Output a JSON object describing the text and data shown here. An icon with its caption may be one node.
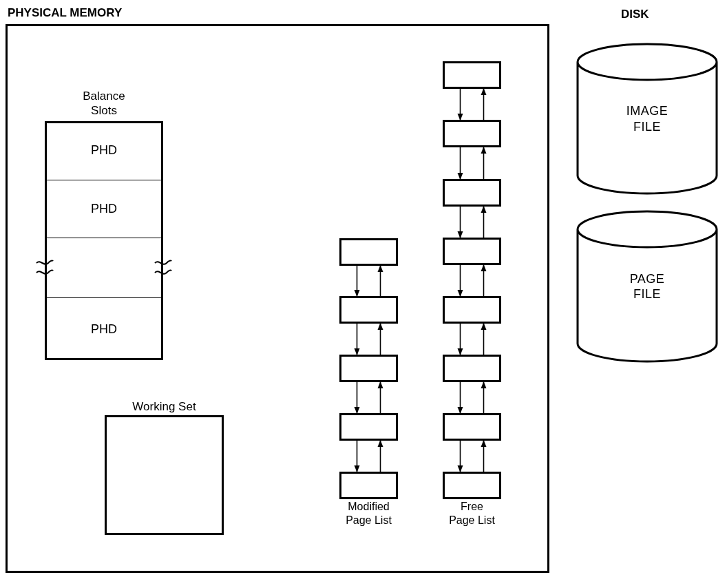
{
  "diagram": {
    "nodes": [
      {
        "text": [
          "PHYSICAL MEMORY"
        ]
      },
      {
        "text": [
          "Balance Slots"
        ],
        "in": 0
      },
      {
        "text": [
          "PHD"
        ],
        "in": 1
      },
      {
        "text": [
          "PHD"
        ],
        "in": 1
      },
      {
        "text": [],
        "shape": "box",
        "in": 1
      },
      {
        "text": [
          "PHD"
        ],
        "in": 1
      },
      {
        "text": [
          "Working Set"
        ],
        "in": 0
      },
      {
        "text": [],
        "shape": "box",
        "in": 0
      },
      {
        "text": [],
        "shape": "box",
        "in": 0
      },
      {
        "text": [],
        "shape": "box",
        "in": 0
      },
      {
        "text": [],
        "shape": "box",
        "in": 0
      },
      {
        "text": [],
        "shape": "box",
        "in": 0,
        "beside": [
          "Modified Page List"
        ]
      },
      {
        "text": [],
        "shape": "box",
        "in": 0
      },
      {
        "text": [],
        "shape": "box",
        "in": 0
      },
      {
        "text": [],
        "shape": "box",
        "in": 0
      },
      {
        "text": [],
        "shape": "box",
        "in": 0
      },
      {
        "text": [],
        "shape": "box",
        "in": 0
      },
      {
        "text": [],
        "shape": "box",
        "in": 0
      },
      {
        "text": [],
        "shape": "box",
        "in": 0
      },
      {
        "text": [],
        "shape": "box",
        "in": 0,
        "beside": [
          "Free Page List"
        ]
      },
      {
        "text": [
          "IMAGE FILE"
        ]
      },
      {
        "text": [
          "PAGE FILE"
        ]
      }
    ],
    "edges": [
      {
        "from": 7,
        "to": 8,
        "arrow": "to"
      },
      {
        "from": 8,
        "to": 7,
        "arrow": "to"
      },
      {
        "from": 8,
        "to": 9,
        "arrow": "to"
      },
      {
        "from": 9,
        "to": 8,
        "arrow": "to"
      },
      {
        "from": 9,
        "to": 10,
        "arrow": "to"
      },
      {
        "from": 10,
        "to": 9,
        "arrow": "to"
      },
      {
        "from": 10,
        "to": 11,
        "arrow": "to"
      },
      {
        "from": 11,
        "to": 10,
        "arrow": "to"
      },
      {
        "from": 12,
        "to": 13,
        "arrow": "to"
      },
      {
        "from": 13,
        "to": 12,
        "arrow": "to"
      },
      {
        "from": 13,
        "to": 14,
        "arrow": "to"
      },
      {
        "from": 14,
        "to": 13,
        "arrow": "to"
      },
      {
        "from": 14,
        "to": 15,
        "arrow": "to"
      },
      {
        "from": 15,
        "to": 14,
        "arrow": "to"
      },
      {
        "from": 15,
        "to": 16,
        "arrow": "to"
      },
      {
        "from": 16,
        "to": 15,
        "arrow": "to"
      },
      {
        "from": 16,
        "to": 17,
        "arrow": "to"
      },
      {
        "from": 17,
        "to": 16,
        "arrow": "to"
      },
      {
        "from": 17,
        "to": 18,
        "arrow": "to"
      },
      {
        "from": 18,
        "to": 17,
        "arrow": "to"
      },
      {
        "from": 18,
        "to": 19,
        "arrow": "to"
      },
      {
        "from": 19,
        "to": 18,
        "arrow": "to"
      }
    ],
    "labels": [
      "DISK"
    ]
  }
}
